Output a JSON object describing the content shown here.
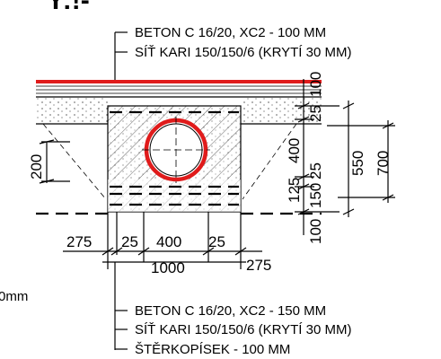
{
  "title_fragment": "Y:!-",
  "top_notes": [
    "BETON C 16/20, XC2 - 100 MM",
    "SÍŤ KARI 150/150/6 (KRYTÍ 30 MM)"
  ],
  "bottom_notes": [
    "BETON C 16/20, XC2 - 150 MM",
    "SÍŤ KARI 150/150/6 (KRYTÍ 30 MM)",
    "ŠTĚRKOPÍSEK - 100 MM"
  ],
  "left_fragment": "0mm",
  "dimensions": {
    "top_layer": "100",
    "cover_top": "25",
    "pipe_zone": "400",
    "cover_mid": "25",
    "base_inner": "125",
    "base_outer": "150",
    "total_inner": "550",
    "total_outer": "700",
    "left_depth": "200",
    "bottom_gravel": "100",
    "w_left": "275",
    "w_cover_l": "25",
    "w_pipe": "400",
    "w_cover_r": "25",
    "w_total": "1000",
    "w_right": "275"
  },
  "colors": {
    "pipe": "#e01b1b",
    "top_line": "#e01b1b",
    "ink": "#000000"
  }
}
